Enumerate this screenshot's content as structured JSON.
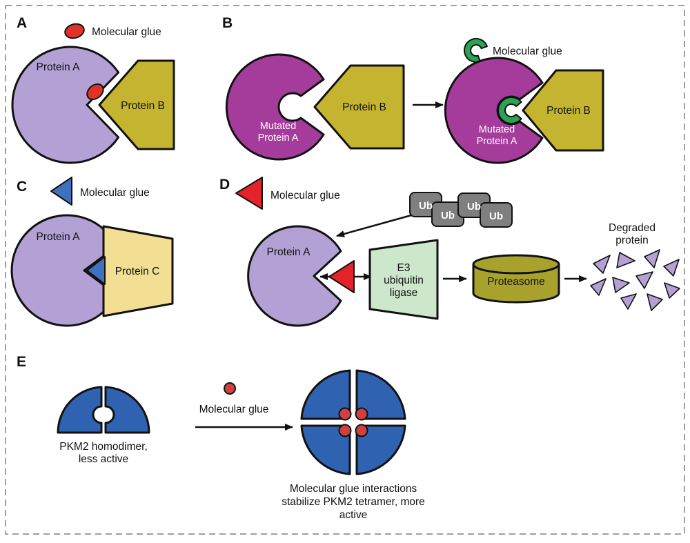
{
  "colors": {
    "protein_a_purple": "#b3a0d4",
    "protein_b_olive": "#c5b42f",
    "mutated_a_magenta": "#a53c9b",
    "glue_green": "#2aa352",
    "glue_red_oval": "#e03227",
    "glue_blue": "#4071bd",
    "glue_red_triangle": "#e3222a",
    "protein_c_yellow": "#f3df94",
    "ubiquitin_gray": "#7f7f7f",
    "e3_ligase_green": "#cce7cb",
    "proteasome_olive": "#a8a12c",
    "pkm2_blue": "#2f63b2",
    "glue_red_dot": "#cf4040",
    "outline": "#111111",
    "border_gray": "#9e9e9e"
  },
  "panel_a": {
    "label": "A",
    "glue_label": "Molecular glue",
    "protein_a": "Protein A",
    "protein_b": "Protein B"
  },
  "panel_b": {
    "label": "B",
    "glue_label": "Molecular glue",
    "mutated_line1": "Mutated",
    "mutated_line2": "Protein A",
    "protein_b": "Protein B"
  },
  "panel_c": {
    "label": "C",
    "glue_label": "Molecular glue",
    "protein_a": "Protein A",
    "protein_c": "Protein C"
  },
  "panel_d": {
    "label": "D",
    "glue_label": "Molecular glue",
    "protein_a": "Protein A",
    "ub": "Ub",
    "e3_line1": "E3",
    "e3_line2": "ubiquitin",
    "e3_line3": "ligase",
    "proteasome": "Proteasome",
    "degraded_line1": "Degraded",
    "degraded_line2": "protein"
  },
  "panel_e": {
    "label": "E",
    "homodimer_line1": "PKM2 homodimer,",
    "homodimer_line2": "less active",
    "glue_label": "Molecular glue",
    "caption_line1": "Molecular glue interactions",
    "caption_line2": "stabilize PKM2 tetramer, more",
    "caption_line3": "active"
  }
}
